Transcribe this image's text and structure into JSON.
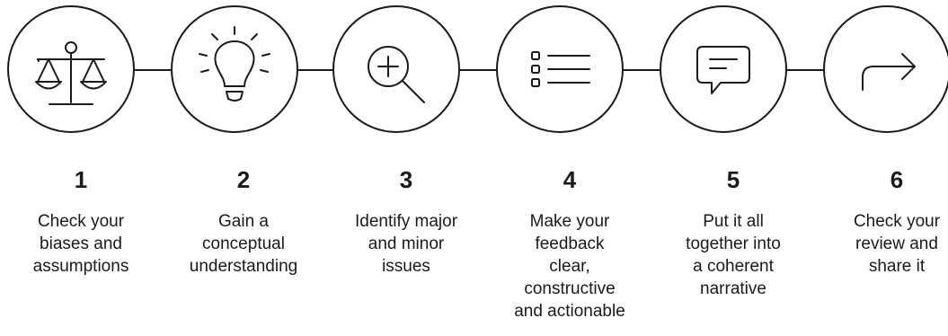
{
  "steps": [
    {
      "number": "1",
      "label": "Check your\nbiases and\nassumptions",
      "icon": "balance-scale-icon"
    },
    {
      "number": "2",
      "label": "Gain a\nconceptual\nunderstanding",
      "icon": "lightbulb-icon"
    },
    {
      "number": "3",
      "label": "Identify major\nand minor\nissues",
      "icon": "magnify-plus-icon"
    },
    {
      "number": "4",
      "label": "Make your\nfeedback\nclear,\nconstructive\nand actionable",
      "icon": "checklist-icon"
    },
    {
      "number": "5",
      "label": "Put it all\ntogether into\na coherent\nnarrative",
      "icon": "speech-bubble-icon"
    },
    {
      "number": "6",
      "label": "Check your\nreview and\nshare it",
      "icon": "share-arrow-icon"
    }
  ]
}
